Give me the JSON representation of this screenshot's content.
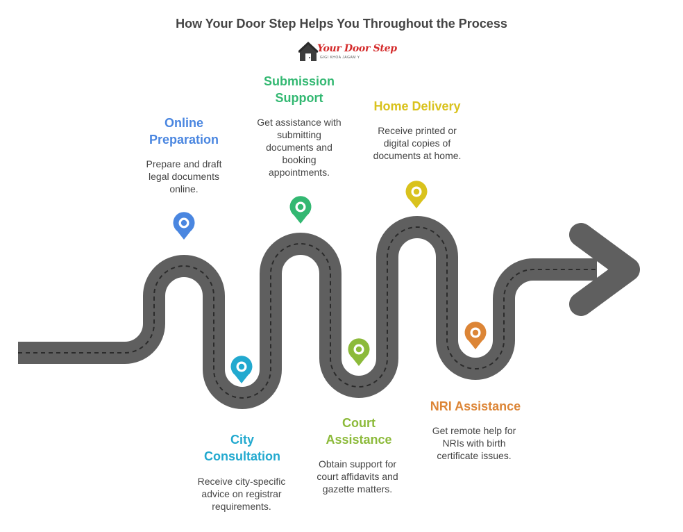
{
  "title": "How Your Door Step Helps You Throughout the Process",
  "logo": {
    "name": "Your Door Step",
    "tagline": "GIGI KHOA JAGAM Y"
  },
  "colors": {
    "road": "#5f5f5f",
    "road_lines": "#2b2b2b"
  },
  "steps": [
    {
      "id": "online",
      "title": "Online\nPreparation",
      "desc": "Prepare and draft\nlegal documents\nonline.",
      "color": "#4a86e0",
      "icon": "map-pin-icon"
    },
    {
      "id": "city",
      "title": "City\nConsultation",
      "desc": "Receive city-specific\nadvice on registrar\nrequirements.",
      "color": "#22a9cf",
      "icon": "map-pin-icon"
    },
    {
      "id": "submission",
      "title": "Submission\nSupport",
      "desc": "Get assistance with\nsubmitting\ndocuments and\nbooking\nappointments.",
      "color": "#33b872",
      "icon": "map-pin-icon"
    },
    {
      "id": "court",
      "title": "Court\nAssistance",
      "desc": "Obtain support for\ncourt affidavits and\ngazette matters.",
      "color": "#8cba3a",
      "icon": "map-pin-icon"
    },
    {
      "id": "home",
      "title": "Home Delivery",
      "desc": "Receive printed or\ndigital copies of\ndocuments at home.",
      "color": "#d9c21d",
      "icon": "map-pin-icon"
    },
    {
      "id": "nri",
      "title": "NRI Assistance",
      "desc": "Get remote help for\nNRIs with birth\ncertificate issues.",
      "color": "#dc8536",
      "icon": "map-pin-icon"
    }
  ]
}
